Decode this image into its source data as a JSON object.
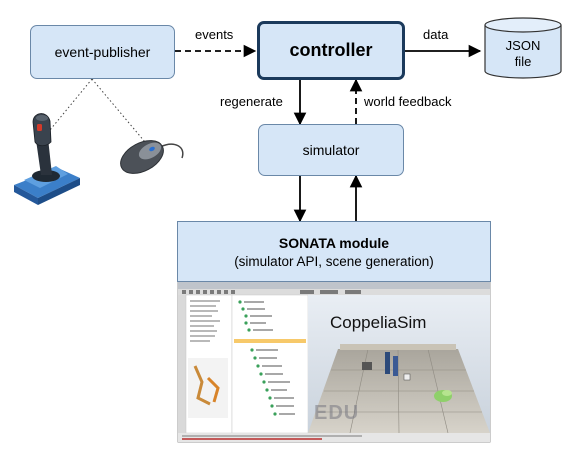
{
  "nodes": {
    "event_publisher": "event-publisher",
    "controller": "controller",
    "json_file_line1": "JSON",
    "json_file_line2": "file",
    "simulator": "simulator",
    "sonata_title": "SONATA module",
    "sonata_subtitle": "(simulator API, scene generation)"
  },
  "edges": {
    "events": "events",
    "data": "data",
    "regenerate": "regenerate",
    "world_feedback": "world feedback"
  },
  "screenshot": {
    "app_title": "CoppeliaSim",
    "watermark": "EDU"
  },
  "icons": [
    "joystick-icon",
    "computer-mouse-icon",
    "database-cylinder-icon"
  ],
  "colors": {
    "box_fill": "#d6e6f7",
    "box_border": "#6a88a8",
    "controller_border": "#1b3a5c"
  }
}
